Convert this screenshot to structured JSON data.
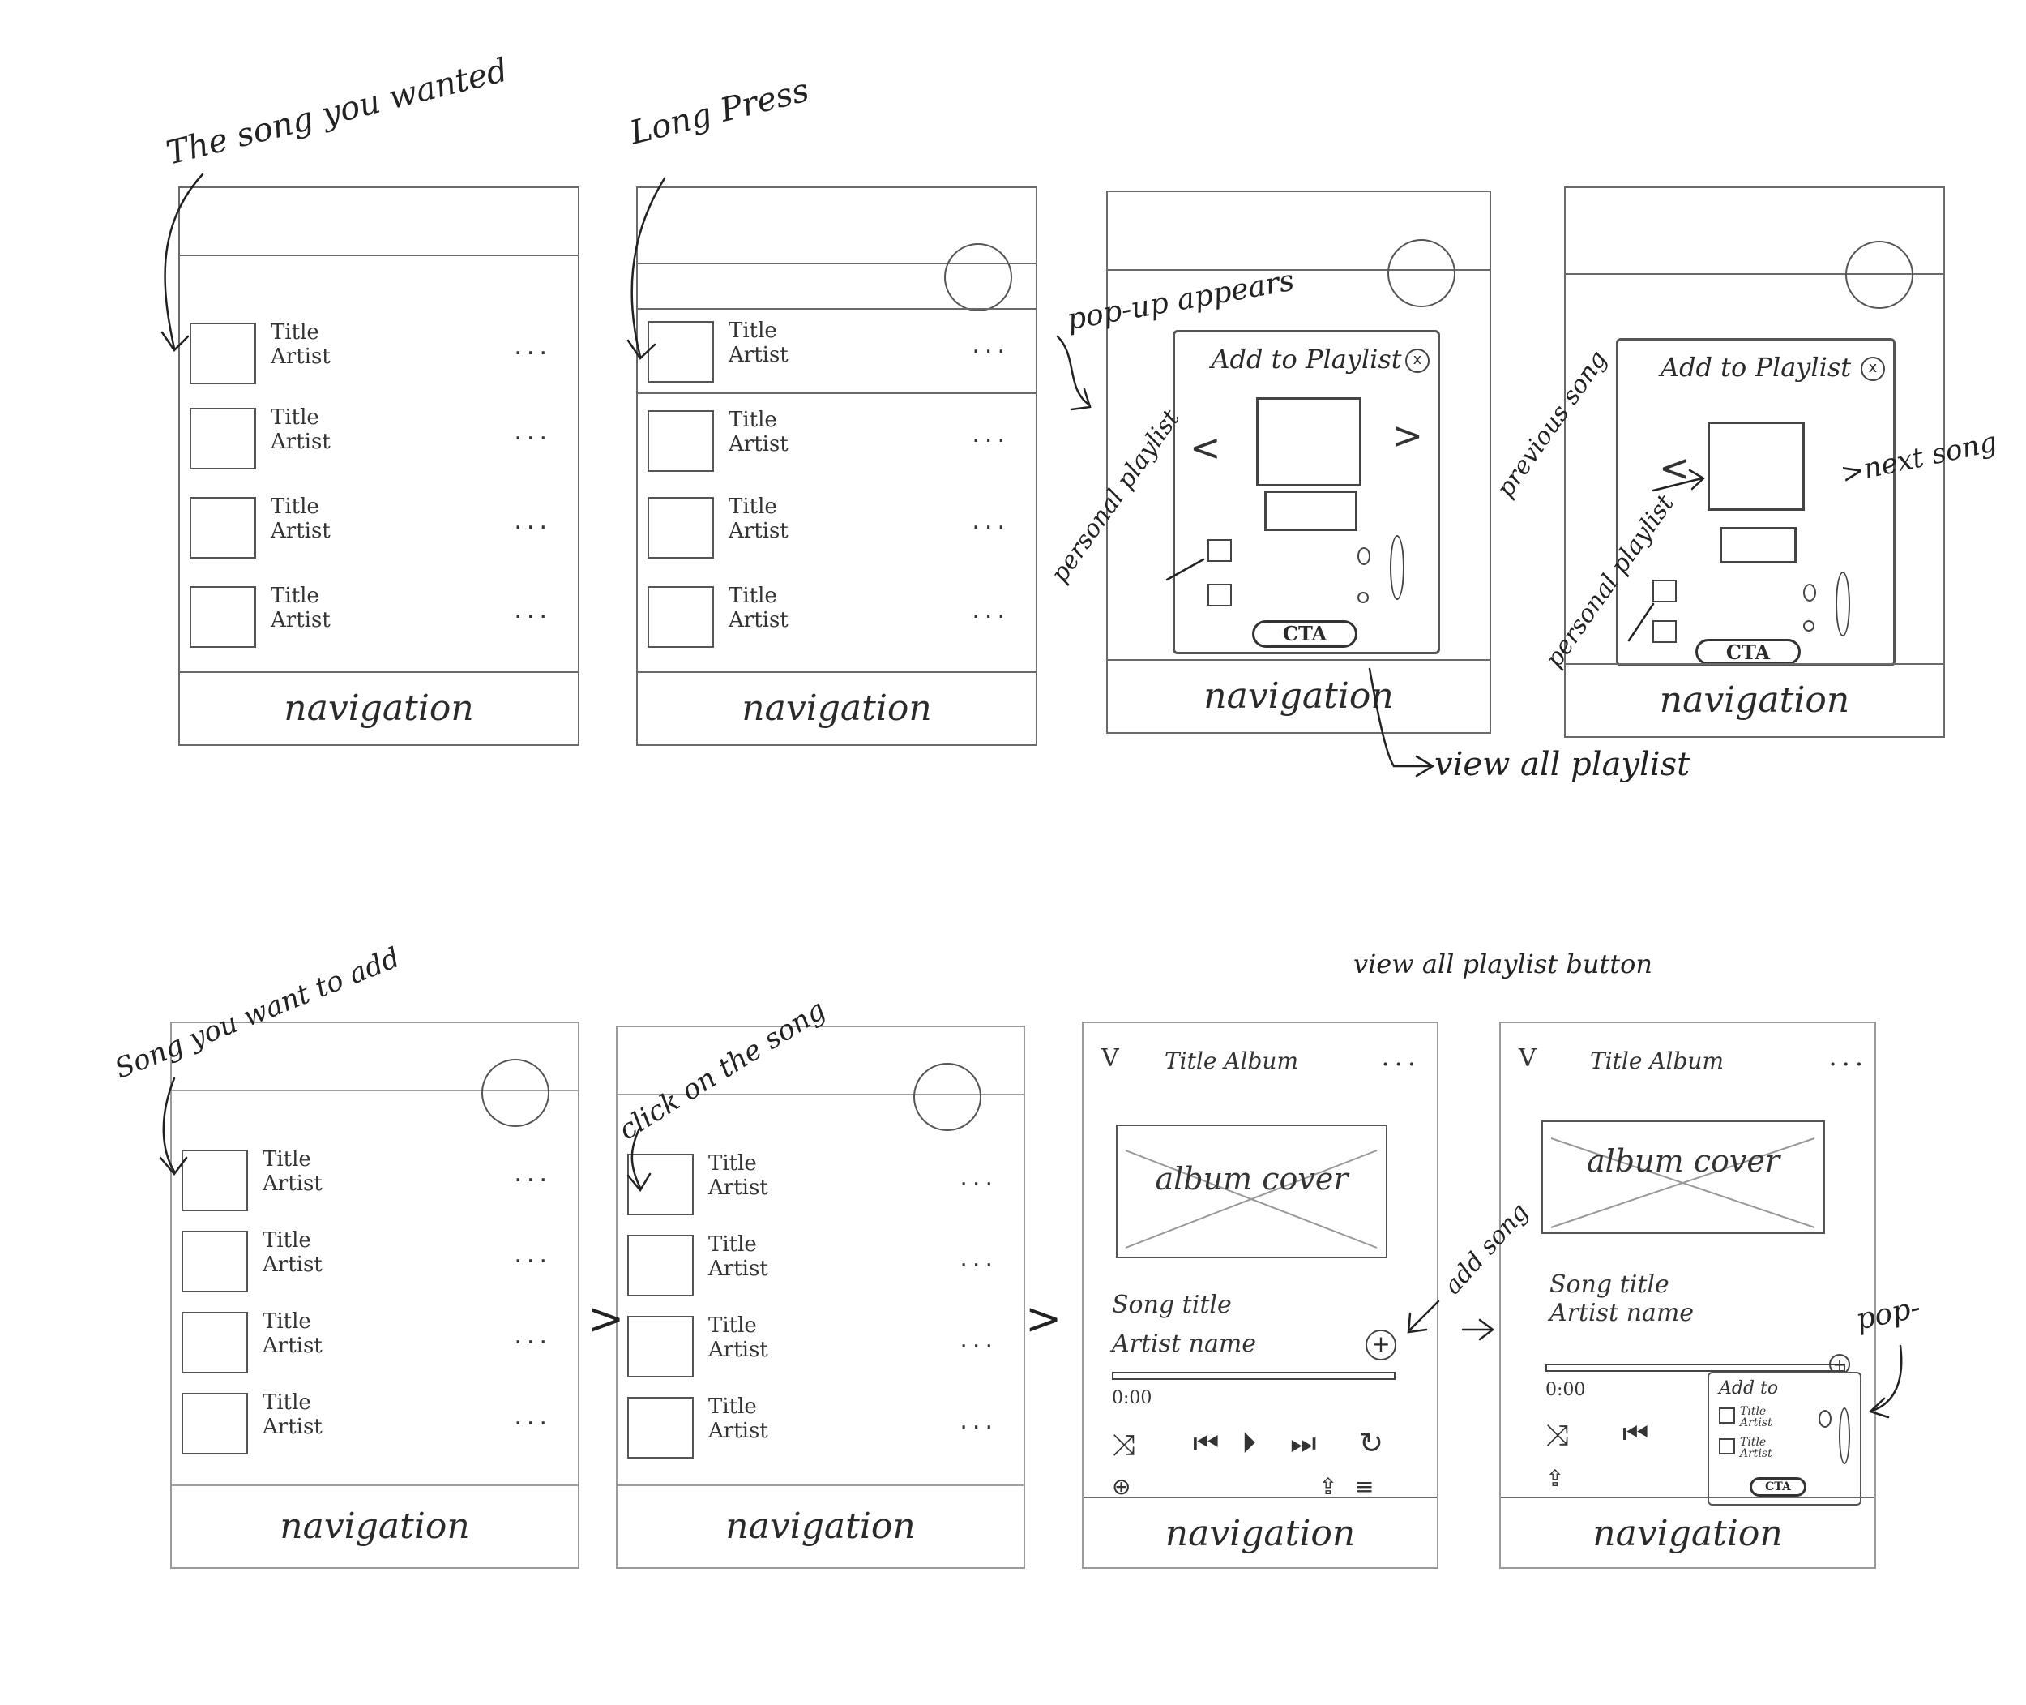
{
  "annotations": {
    "song_wanted": "The song you wanted",
    "long_press": "Long Press",
    "popup_appears": "pop-up appears",
    "personal_playlist_1": "personal playlist",
    "previous_song": "previous song",
    "next_song": ">next song",
    "personal_playlist_2": "personal playlist",
    "view_all_playlist": "view all playlist",
    "song_to_add": "Song you want to add",
    "click_on_song": "click on the song",
    "view_all_playlist_button": "view all playlist button",
    "add_song": "add song",
    "popup_short": "pop-"
  },
  "list_item": {
    "title": "Title",
    "artist": "Artist",
    "more": "..."
  },
  "nav_label": "navigation",
  "popup": {
    "title": "Add to Playlist",
    "close": "x",
    "cta": "CTA",
    "prev": "<",
    "next": ">"
  },
  "player": {
    "collapse": "V",
    "header": "Title Album",
    "more": "...",
    "album_cover": "album cover",
    "song_title": "Song title",
    "artist_name": "Artist name",
    "add": "+",
    "time": "0:00"
  },
  "mini_popup": {
    "title": "Add to",
    "item_title": "Title",
    "item_artist": "Artist"
  },
  "flow_arrow": ">"
}
